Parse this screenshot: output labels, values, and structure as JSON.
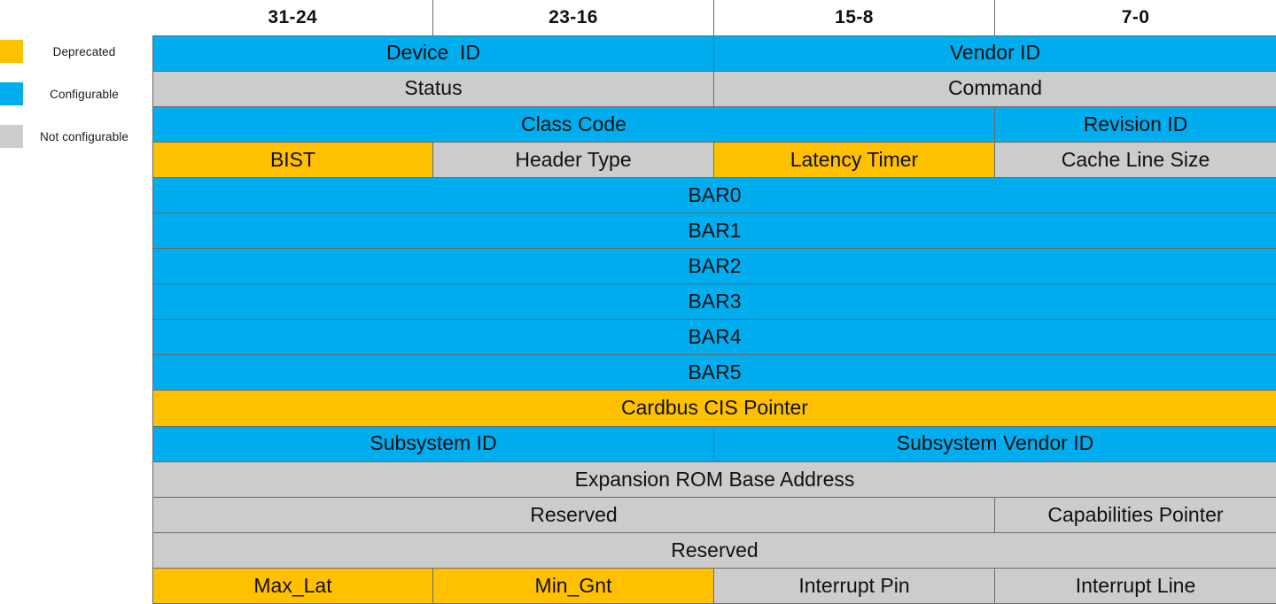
{
  "legend": {
    "items": [
      {
        "label": "Deprecated",
        "color": "#FFC000",
        "key": "deprecated"
      },
      {
        "label": "Configurable",
        "color": "#00ADEF",
        "key": "configurable"
      },
      {
        "label": "Not configurable",
        "color": "#CCCCCC",
        "key": "not-configurable"
      }
    ]
  },
  "table": {
    "headers": [
      "31-24",
      "23-16",
      "15-8",
      "7-0"
    ],
    "rows": [
      {
        "cells": [
          {
            "text": "Device  ID",
            "span": 2,
            "fill": "blue"
          },
          {
            "text": "Vendor ID",
            "span": 2,
            "fill": "blue"
          }
        ]
      },
      {
        "cells": [
          {
            "text": "Status",
            "span": 2,
            "fill": "gray"
          },
          {
            "text": "Command",
            "span": 2,
            "fill": "gray"
          }
        ]
      },
      {
        "cells": [
          {
            "text": "Class Code",
            "span": 3,
            "fill": "blue"
          },
          {
            "text": "Revision ID",
            "span": 1,
            "fill": "blue"
          }
        ]
      },
      {
        "cells": [
          {
            "text": "BIST",
            "span": 1,
            "fill": "yellow"
          },
          {
            "text": "Header Type",
            "span": 1,
            "fill": "gray"
          },
          {
            "text": "Latency Timer",
            "span": 1,
            "fill": "yellow"
          },
          {
            "text": "Cache Line Size",
            "span": 1,
            "fill": "gray"
          }
        ]
      },
      {
        "cells": [
          {
            "text": "BAR0",
            "span": 4,
            "fill": "blue"
          }
        ]
      },
      {
        "cells": [
          {
            "text": "BAR1",
            "span": 4,
            "fill": "blue"
          }
        ]
      },
      {
        "cells": [
          {
            "text": "BAR2",
            "span": 4,
            "fill": "blue"
          }
        ]
      },
      {
        "cells": [
          {
            "text": "BAR3",
            "span": 4,
            "fill": "blue"
          }
        ]
      },
      {
        "cells": [
          {
            "text": "BAR4",
            "span": 4,
            "fill": "blue"
          }
        ]
      },
      {
        "cells": [
          {
            "text": "BAR5",
            "span": 4,
            "fill": "blue"
          }
        ]
      },
      {
        "cells": [
          {
            "text": "Cardbus CIS Pointer",
            "span": 4,
            "fill": "yellow"
          }
        ]
      },
      {
        "cells": [
          {
            "text": "Subsystem ID",
            "span": 2,
            "fill": "blue"
          },
          {
            "text": "Subsystem Vendor ID",
            "span": 2,
            "fill": "blue"
          }
        ]
      },
      {
        "cells": [
          {
            "text": "Expansion ROM Base Address",
            "span": 4,
            "fill": "gray"
          }
        ]
      },
      {
        "cells": [
          {
            "text": "Reserved",
            "span": 3,
            "fill": "gray"
          },
          {
            "text": "Capabilities Pointer",
            "span": 1,
            "fill": "gray"
          }
        ]
      },
      {
        "cells": [
          {
            "text": "Reserved",
            "span": 4,
            "fill": "gray"
          }
        ]
      },
      {
        "cells": [
          {
            "text": "Max_Lat",
            "span": 1,
            "fill": "yellow"
          },
          {
            "text": "Min_Gnt",
            "span": 1,
            "fill": "yellow"
          },
          {
            "text": "Interrupt Pin",
            "span": 1,
            "fill": "gray"
          },
          {
            "text": "Interrupt Line",
            "span": 1,
            "fill": "gray"
          }
        ]
      }
    ]
  }
}
